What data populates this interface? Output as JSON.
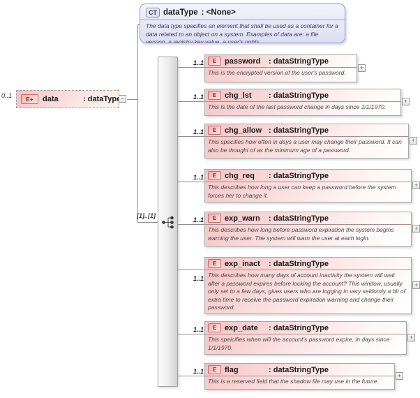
{
  "complex_type": {
    "badge": "CT",
    "name": "dataType",
    "type_suffix": ": <None>",
    "description": "The data type specifies an element that shall be used as a container for a data related to an object on a system. Examples of data are: a file version, a registry key value, a user's rights."
  },
  "root_element": {
    "cardinality": "0..1",
    "badge": "E+",
    "name": "data",
    "type_suffix": ": dataType"
  },
  "compositor": {
    "kind": "sequence",
    "occurrence_label": "[1]..[1]"
  },
  "glyphs": {
    "expand": "+",
    "collapse": "−"
  },
  "elements": [
    {
      "cardinality": "1..1",
      "badge": "E",
      "name": "password",
      "type_suffix": ": dataStringType",
      "description": "This is the encrypted version of the user's password."
    },
    {
      "cardinality": "1..1",
      "badge": "E",
      "name": "chg_lst",
      "type_suffix": ": dataStringType",
      "description": "This is the date of the last password change in days since 1/1/1970."
    },
    {
      "cardinality": "1..1",
      "badge": "E",
      "name": "chg_allow",
      "type_suffix": ": dataStringType",
      "description": "This specifies how often in days a user may change their password.  It can also be thought of as the minimum age of a password."
    },
    {
      "cardinality": "1..1",
      "badge": "E",
      "name": "chg_req",
      "type_suffix": ": dataStringType",
      "description": "This describes how long a user can keep a password before the system forces her to change it."
    },
    {
      "cardinality": "1..1",
      "badge": "E",
      "name": "exp_warn",
      "type_suffix": ": dataStringType",
      "description": "This describes how long before password expiration the system begins warning the user.  The system will warn the user at each login."
    },
    {
      "cardinality": "1..1",
      "badge": "E",
      "name": "exp_inact",
      "type_suffix": ": dataStringType",
      "description": "This describes how many days of account inactivity the system will wait after a password expires before locking the account? This window, usually only set to a few days, gives users who are logging in very seldomly a bit of extra time to receive the password expiration warning and change their password."
    },
    {
      "cardinality": "1..1",
      "badge": "E",
      "name": "exp_date",
      "type_suffix": ": dataStringType",
      "description": "This speicifies when will the account's password expire, in days since 1/1/1970."
    },
    {
      "cardinality": "1..1",
      "badge": "E",
      "name": "flag",
      "type_suffix": ": dataStringType",
      "description": "This is a reserved field that the shadow file may use in the future."
    }
  ],
  "colors": {
    "element_fill_pink": "#f6c2c2",
    "element_border": "#a9a9a9",
    "badge_border_red": "#c96a6a",
    "ct_fill_lavender": "#e9e9f7",
    "ct_border": "#9a9ac8",
    "connector": "#909090"
  }
}
